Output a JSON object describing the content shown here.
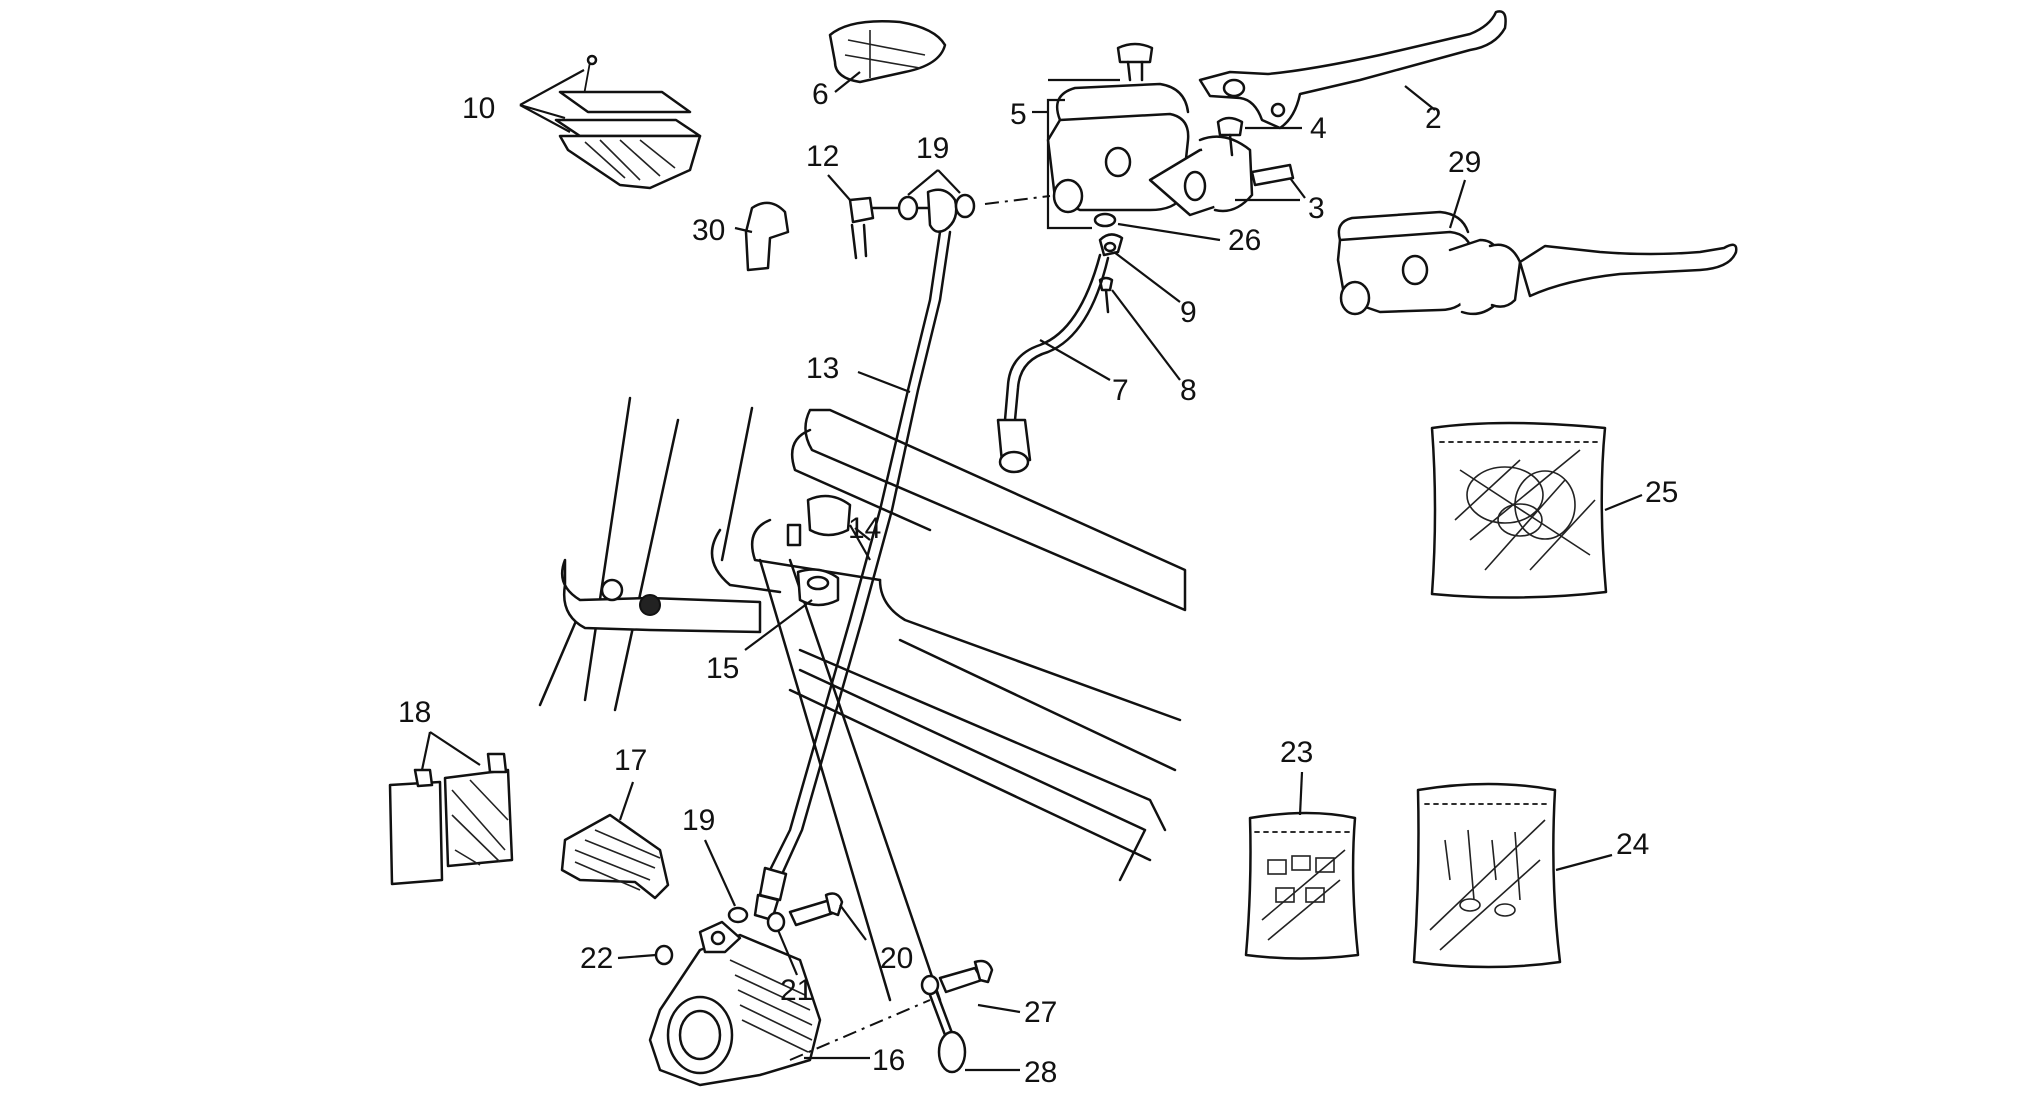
{
  "diagram": {
    "labels": {
      "l2": "2",
      "l3": "3",
      "l4": "4",
      "l5": "5",
      "l6": "6",
      "l7": "7",
      "l8": "8",
      "l9": "9",
      "l10": "10",
      "l12": "12",
      "l13": "13",
      "l14": "14",
      "l15": "15",
      "l16": "16",
      "l17": "17",
      "l18": "18",
      "l19a": "19",
      "l19b": "19",
      "l20": "20",
      "l21": "21",
      "l22": "22",
      "l23": "23",
      "l24": "24",
      "l25": "25",
      "l26": "26",
      "l27": "27",
      "l28": "28",
      "l29": "29",
      "l30": "30"
    },
    "colors": {
      "ink": "#111111",
      "background": "#ffffff"
    }
  }
}
